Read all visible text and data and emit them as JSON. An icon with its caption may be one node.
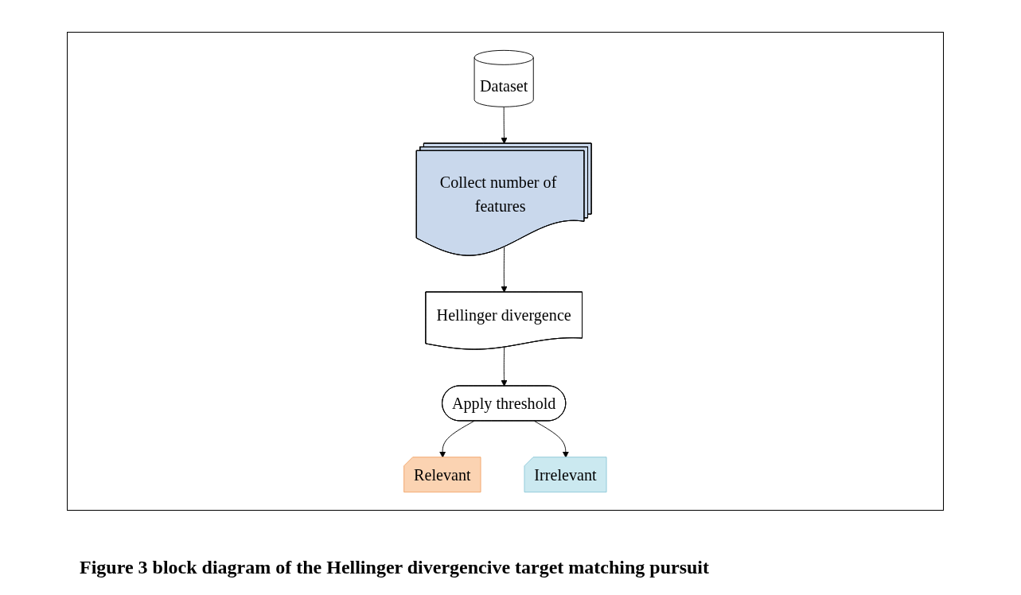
{
  "diagram": {
    "caption": "Figure 3 block diagram of the Hellinger divergencive target matching pursuit",
    "nodes": [
      {
        "text": [
          "Dataset"
        ]
      },
      {
        "text": [
          "Collect number of features"
        ]
      },
      {
        "text": [
          "Hellinger divergence"
        ]
      },
      {
        "text": [
          "Apply threshold"
        ]
      },
      {
        "text": [
          "Relevant"
        ]
      },
      {
        "text": [
          "Irrelevant"
        ]
      }
    ],
    "edges": [
      {
        "from": 0,
        "to": 1,
        "arrow": "to"
      },
      {
        "from": 1,
        "to": 2,
        "arrow": "to"
      },
      {
        "from": 2,
        "to": 3,
        "arrow": "to"
      },
      {
        "from": 3,
        "to": 4,
        "arrow": "to"
      },
      {
        "from": 3,
        "to": 5,
        "arrow": "to"
      }
    ]
  }
}
